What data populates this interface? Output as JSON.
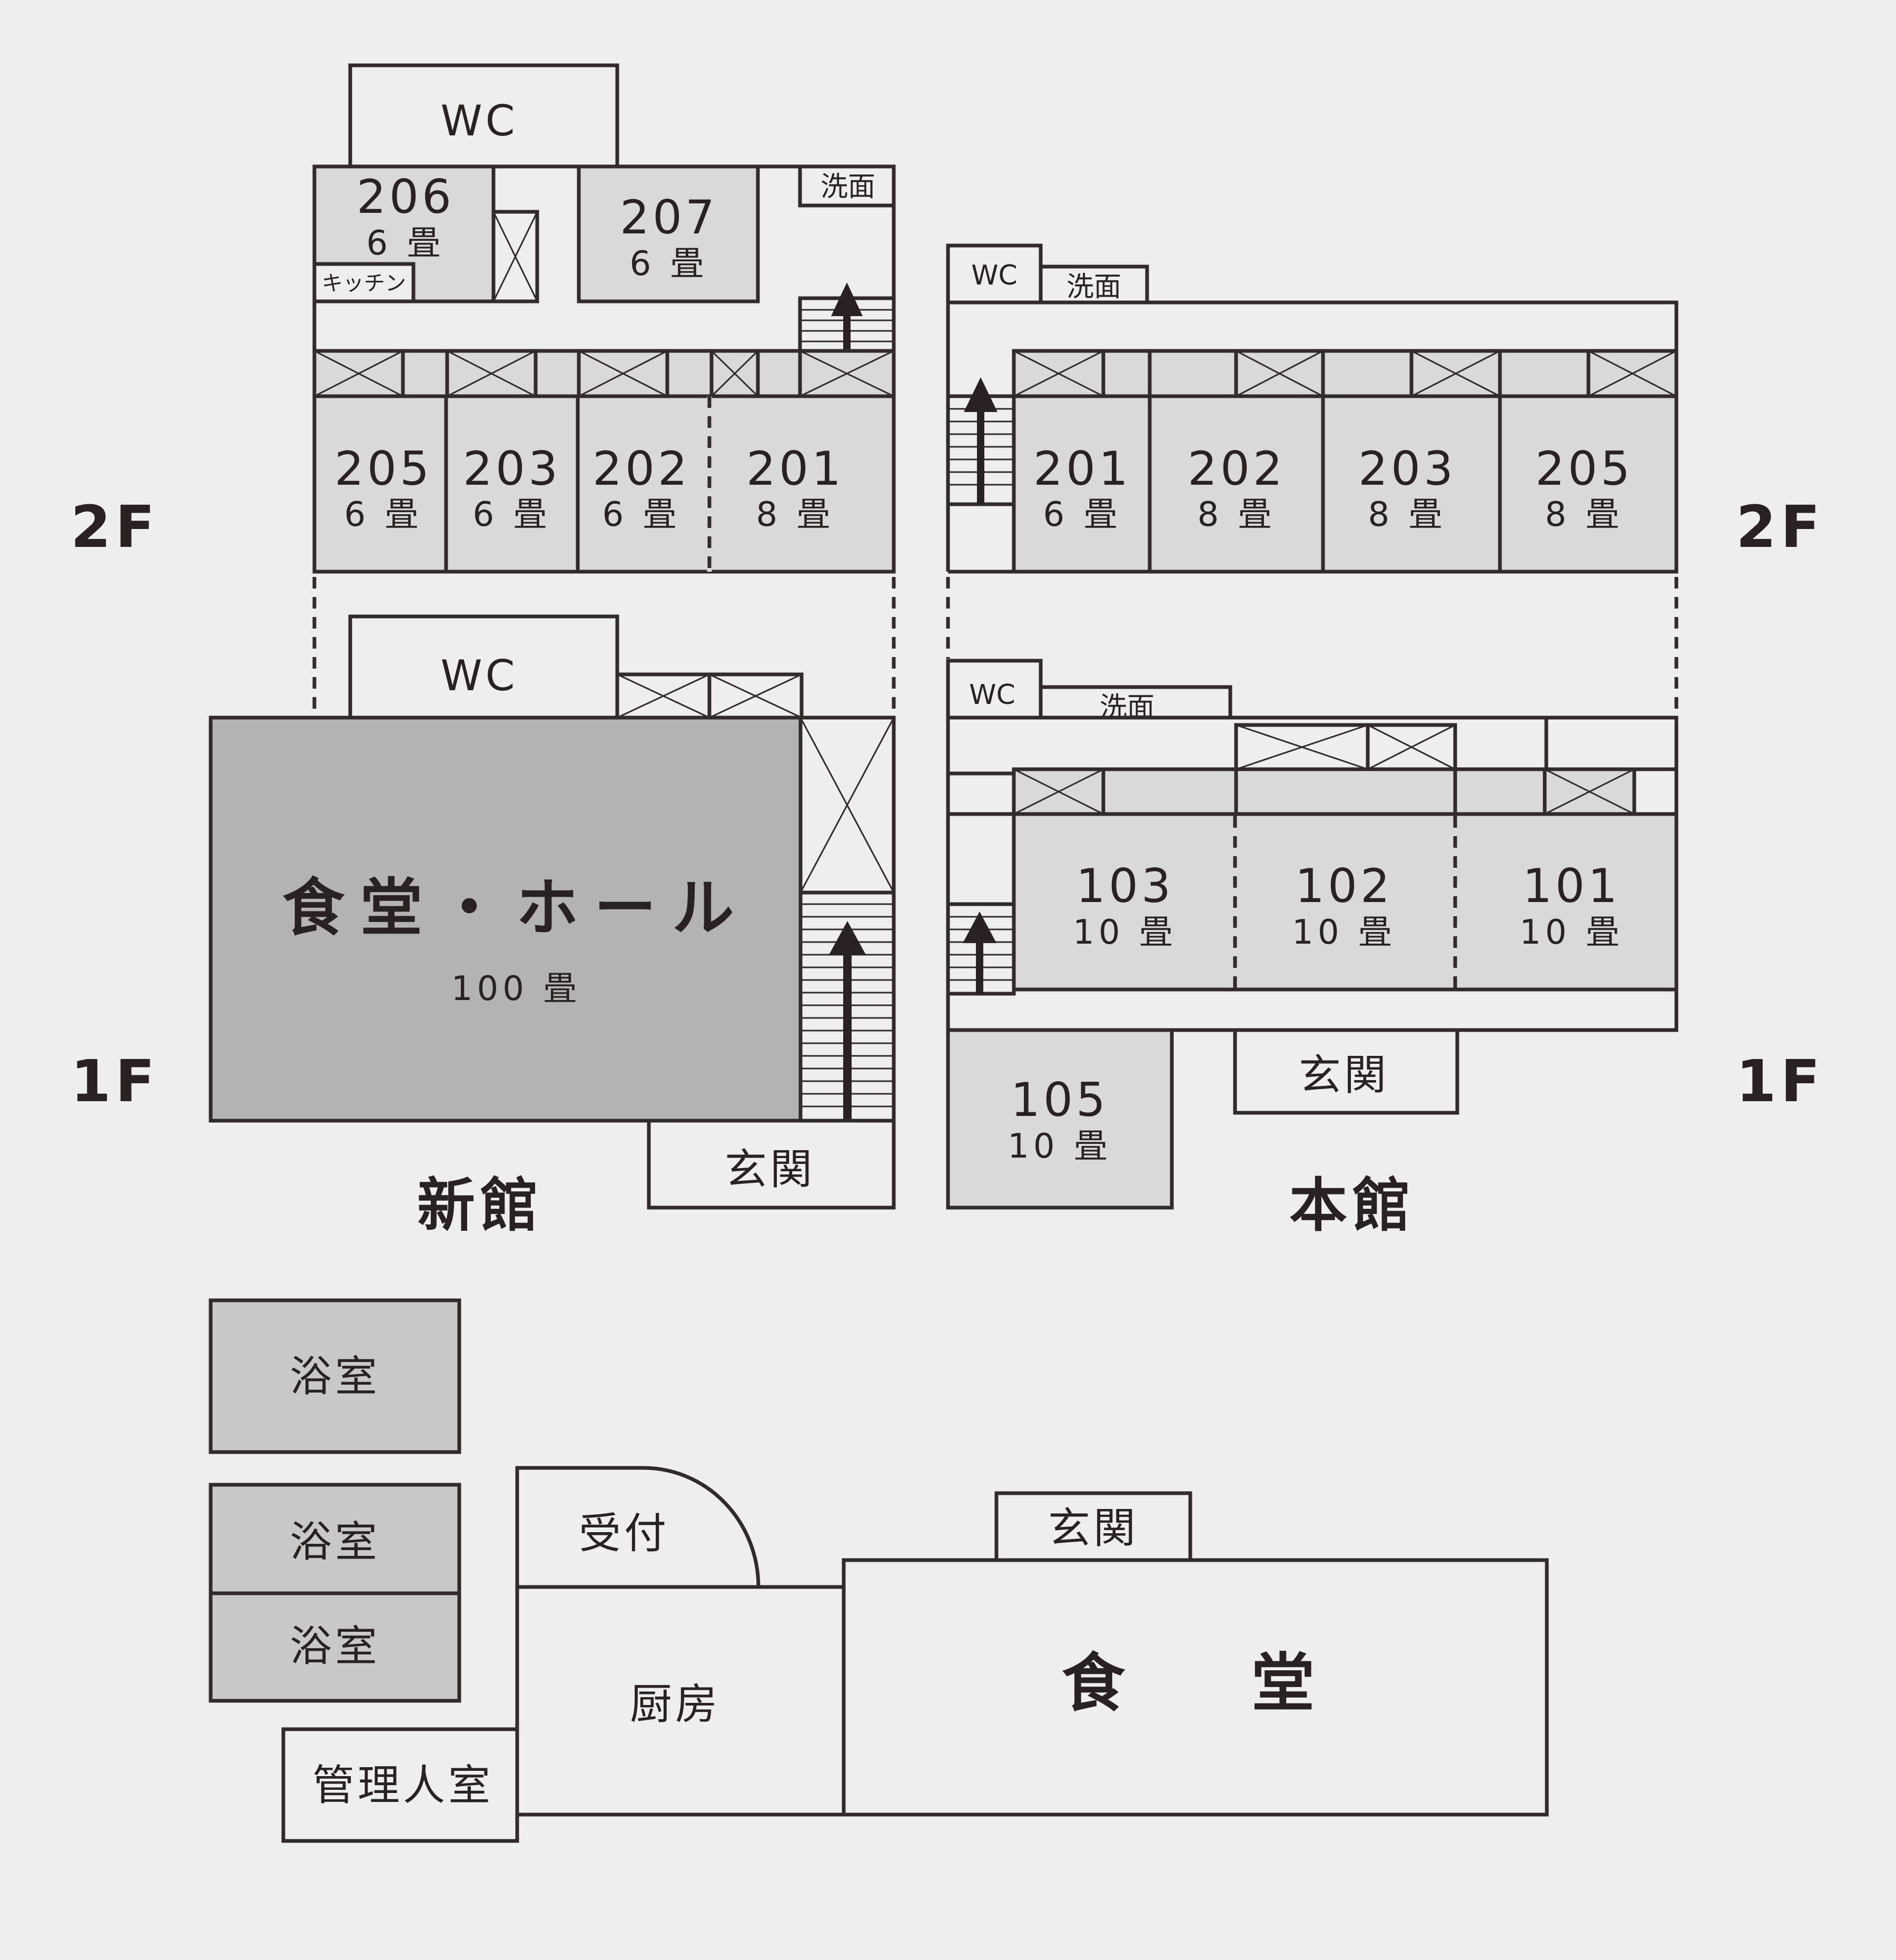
{
  "colors": {
    "background": "#eeeeee",
    "wall": "#332b2b",
    "room_light": "#d9d9d9",
    "room_dark": "#b3b3b3",
    "text": "#2a2222"
  },
  "floors": {
    "top_left": "2F",
    "top_right": "2F",
    "bottom_left": "1F",
    "bottom_right": "1F"
  },
  "buildings": {
    "new": "新館",
    "main": "本館"
  },
  "shinkan_2f": {
    "wc": "WC",
    "r206": {
      "num": "206",
      "size": "6 畳"
    },
    "r207": {
      "num": "207",
      "size": "6 畳"
    },
    "kitchen": "キッチン",
    "senmen": "洗面",
    "r205": {
      "num": "205",
      "size": "6 畳"
    },
    "r203": {
      "num": "203",
      "size": "6 畳"
    },
    "r202": {
      "num": "202",
      "size": "6 畳"
    },
    "r201": {
      "num": "201",
      "size": "8 畳"
    }
  },
  "shinkan_1f": {
    "wc": "WC",
    "hall": {
      "name": "食堂・ホール",
      "size": "100 畳"
    },
    "entrance": "玄関"
  },
  "honkan_2f": {
    "wc": "WC",
    "senmen": "洗面",
    "r201": {
      "num": "201",
      "size": "6 畳"
    },
    "r202": {
      "num": "202",
      "size": "8 畳"
    },
    "r203": {
      "num": "203",
      "size": "8 畳"
    },
    "r205": {
      "num": "205",
      "size": "8 畳"
    }
  },
  "honkan_1f": {
    "wc": "WC",
    "senmen": "洗面",
    "r103": {
      "num": "103",
      "size": "10 畳"
    },
    "r102": {
      "num": "102",
      "size": "10 畳"
    },
    "r101": {
      "num": "101",
      "size": "10 畳"
    },
    "r105": {
      "num": "105",
      "size": "10 畳"
    },
    "entrance": "玄関"
  },
  "annex": {
    "bath1": "浴室",
    "bath2": "浴室",
    "bath3": "浴室",
    "reception": "受付",
    "kitchen": "厨房",
    "manager": "管理人室",
    "entrance": "玄関",
    "dining": "食　堂"
  }
}
